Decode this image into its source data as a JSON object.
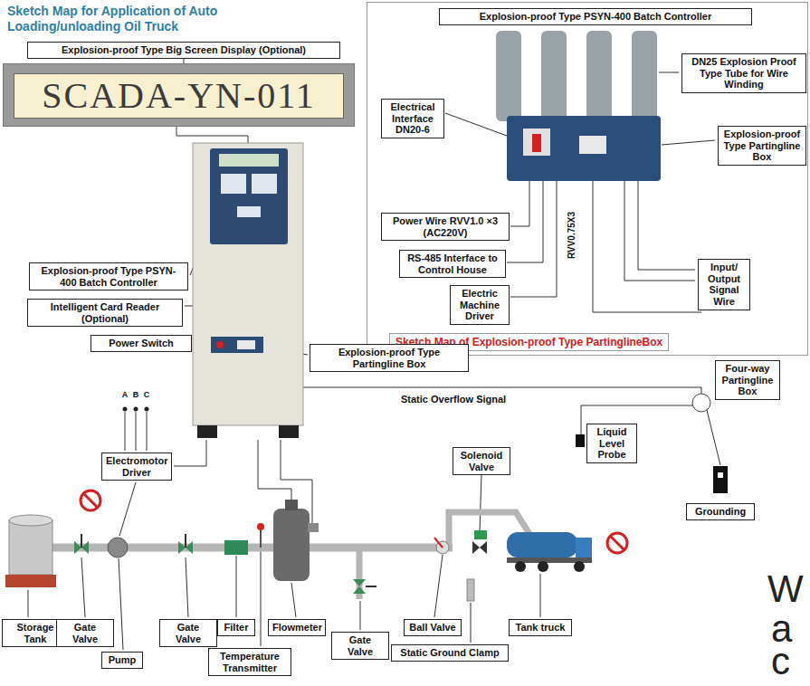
{
  "diagram": {
    "title": "Sketch Map for Application of Auto Loading/unloading Oil Truck",
    "nodes": [
      {
        "text": [
          "Explosion-proof Type Big Screen Display (Optional)"
        ]
      },
      {
        "text": [
          "SCADA-YN-011"
        ]
      },
      {
        "text": [
          "Sketch Map of Explosion-proof Type PartinglineBox"
        ]
      },
      {
        "text": [
          "Explosion-proof Type PSYN-400 Batch Controller"
        ],
        "in": 2
      },
      {
        "text": [
          "DN25 Explosion Proof Type Tube for Wire Winding"
        ],
        "in": 2
      },
      {
        "text": [
          "Electrical Interface DN20-6"
        ],
        "in": 2
      },
      {
        "text": [
          "Explosion-proof Type Partingline Box"
        ],
        "in": 2
      },
      {
        "text": [
          "Power Wire RVV1.0 ×3 (AC220V)"
        ],
        "in": 2
      },
      {
        "text": [
          "RS-485 Interface to Control House"
        ],
        "in": 2
      },
      {
        "text": [
          "Electric Machine Driver"
        ],
        "in": 2
      },
      {
        "text": [
          "Input/ Output Signal Wire"
        ],
        "in": 2
      },
      {
        "text": [
          "Explosion-proof Type PSYN-400 Batch Controller"
        ]
      },
      {
        "text": [
          "Intelligent Card Reader (Optional)"
        ]
      },
      {
        "text": [
          "Power Switch"
        ]
      },
      {
        "text": [
          "Explosion-proof Type Partingline Box"
        ]
      },
      {
        "text": [
          "Four-way Partingline Box"
        ]
      },
      {
        "text": [
          "Liquid Level Probe"
        ]
      },
      {
        "text": [
          "Electromotor Driver"
        ]
      },
      {
        "text": [
          "Solenoid Valve"
        ]
      },
      {
        "text": [
          "Grounding"
        ]
      },
      {
        "text": [
          "Storage Tank"
        ]
      },
      {
        "text": [
          "Gate Valve"
        ]
      },
      {
        "text": [
          "Gate Valve"
        ]
      },
      {
        "text": [
          "Filter"
        ]
      },
      {
        "text": [
          "Flowmeter"
        ]
      },
      {
        "text": [
          "Gate Valve"
        ]
      },
      {
        "text": [
          "Ball Valve"
        ]
      },
      {
        "text": [
          "Tank truck"
        ]
      },
      {
        "text": [
          "Static Ground Clamp"
        ]
      },
      {
        "text": [
          "Pump"
        ]
      },
      {
        "text": [
          "Temperature Transmitter"
        ]
      }
    ],
    "edges": [
      {
        "from": 0,
        "to": 1,
        "arrow": "none"
      }
    ],
    "labels": [
      "A",
      "B",
      "C",
      "Static Overflow Signal",
      "RVV0.75X3",
      "W",
      "a",
      "c"
    ]
  }
}
